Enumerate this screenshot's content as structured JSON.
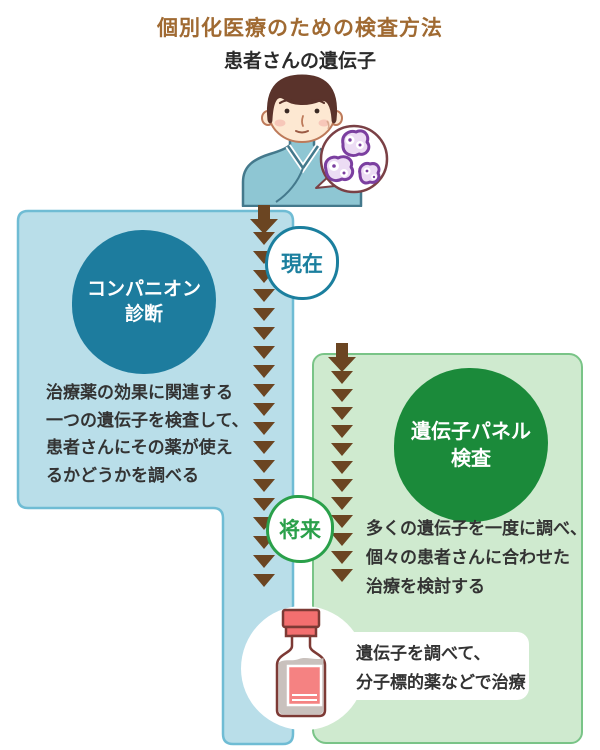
{
  "colors": {
    "title": "#a06a32",
    "text": "#333333",
    "arrow": "#6b4522",
    "blue_panel": "#b9dee9",
    "blue_panel_border": "#6fbcd4",
    "blue_circle": "#1d7c9e",
    "teal_badge": "#1b7f9e",
    "green_panel": "#cfeacf",
    "green_panel_border": "#79c487",
    "green_circle": "#1b8a3a",
    "green_badge": "#2aa04a"
  },
  "header": {
    "title": "個別化医療のための検査方法",
    "subtitle": "患者さんの遺伝子"
  },
  "timeline": {
    "present_label": "現在",
    "future_label": "将来"
  },
  "companion_panel": {
    "circle_label": "コンパニオン\n診断",
    "description": "治療薬の効果に関連する\n一つの遺伝子を検査して、\n患者さんにその薬が使え\nるかどうかを調べる"
  },
  "gene_panel": {
    "circle_label": "遺伝子パネル\n検査",
    "description": "多くの遺伝子を一度に調べ、\n個々の患者さんに合わせた\n治療を検討する"
  },
  "treatment_note": "遺伝子を調べて、\n分子標的薬などで治療",
  "arrows": {
    "center_chain_count": 19,
    "right_chain_count": 12
  },
  "icons": {
    "patient": "person-patient-illustration",
    "genes": "gene-cells-bubble-icon",
    "medicine": "medicine-bottle-icon",
    "arrow": "arrow-down-icon"
  }
}
